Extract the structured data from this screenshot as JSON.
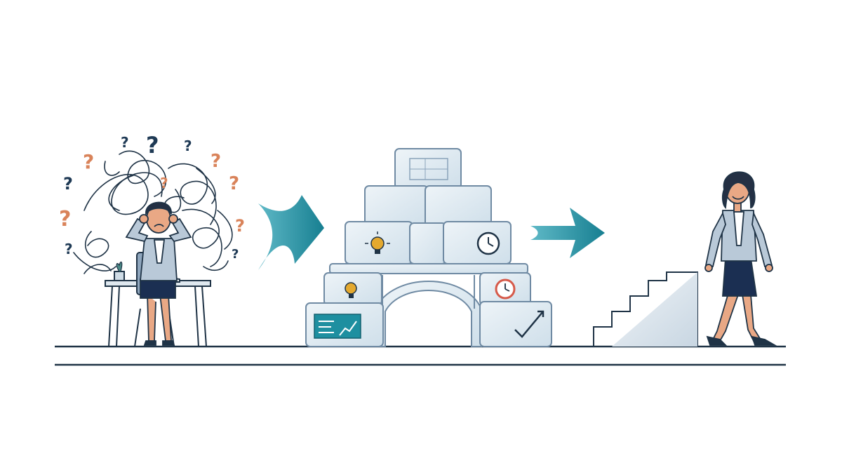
{
  "scene": {
    "panels": [
      "confused-worker",
      "building-blocks-bridge",
      "confident-worker-stairs"
    ],
    "colors": {
      "background": "#ffffff",
      "ink": "#1f3346",
      "teal": "#1e8fa0",
      "teal_dark": "#14606f",
      "glass_fill": "#dde9f1",
      "glass_edge": "#6f8aa3",
      "orange_mark": "#d9835a",
      "navy_mark": "#1f3a55",
      "skirt": "#1b2f52",
      "skin": "#e9a885",
      "hair": "#243044",
      "bulb": "#e4a92f",
      "clock_red": "#d65a4a"
    }
  }
}
